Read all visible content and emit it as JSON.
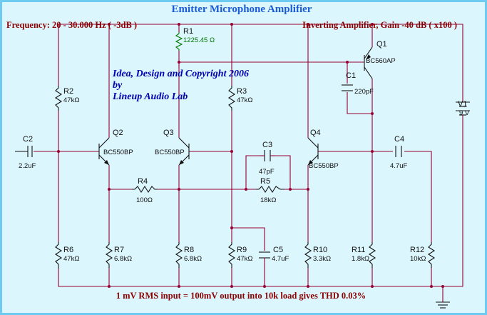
{
  "title": "Emitter Microphone Amplifier",
  "frequency_note": "Frequency: 20 - 30.000 Hz  ( -3dB )",
  "amplifier_note": "Inverting Amplifier, Gain -40 dB ( x100 )",
  "credit": {
    "line1": "Idea, Design and Copyright 2006",
    "line2": "by",
    "line3": "Lineup Audio Lab"
  },
  "footer_note": "1 mV RMS input = 100mV output into 10k load gives THD 0.03%",
  "colors": {
    "background": "#dcf6fd",
    "frame": "#6ecaf0",
    "title_text": "#1a5cd6",
    "note_text": "#8b0000",
    "credit_text": "#0000b0",
    "wire": "#990033",
    "probe": "#007700"
  },
  "components": {
    "R1": {
      "ref": "R1",
      "value": "1225.45 Ω"
    },
    "R2": {
      "ref": "R2",
      "value": "47kΩ"
    },
    "R3": {
      "ref": "R3",
      "value": "47kΩ"
    },
    "R4": {
      "ref": "R4",
      "value": "100Ω"
    },
    "R5": {
      "ref": "R5",
      "value": "18kΩ"
    },
    "R6": {
      "ref": "R6",
      "value": "47kΩ"
    },
    "R7": {
      "ref": "R7",
      "value": "6.8kΩ"
    },
    "R8": {
      "ref": "R8",
      "value": "6.8kΩ"
    },
    "R9": {
      "ref": "R9",
      "value": "47kΩ"
    },
    "R10": {
      "ref": "R10",
      "value": "3.3kΩ"
    },
    "R11": {
      "ref": "R11",
      "value": "1.8kΩ"
    },
    "R12": {
      "ref": "R12",
      "value": "10kΩ"
    },
    "C1": {
      "ref": "C1",
      "value": "220pF"
    },
    "C2": {
      "ref": "C2",
      "value": "2.2uF"
    },
    "C3": {
      "ref": "C3",
      "value": "47pF"
    },
    "C4": {
      "ref": "C4",
      "value": "4.7uF"
    },
    "C5": {
      "ref": "C5",
      "value": "4.7uF"
    },
    "Q1": {
      "ref": "Q1",
      "value": "BC560AP"
    },
    "Q2": {
      "ref": "Q2",
      "value": "BC550BP"
    },
    "Q3": {
      "ref": "Q3",
      "value": "BC550BP"
    },
    "Q4": {
      "ref": "Q4",
      "value": "BC550BP"
    },
    "V1": {
      "ref": "V1",
      "value": "9 V"
    }
  }
}
